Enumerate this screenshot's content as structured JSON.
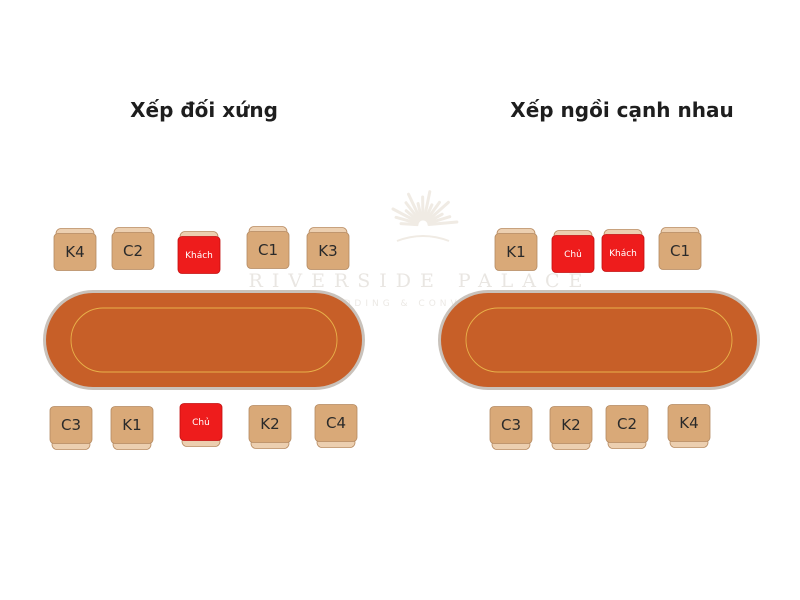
{
  "colors": {
    "table_felt": "#c75f28",
    "table_rim": "#c9c2bb",
    "table_inner_line": "#e8b14a",
    "chair_normal": "#d9a978",
    "chair_highlight": "#ee1c1c",
    "chair_back": "#eccfb0"
  },
  "watermark": {
    "name": "RIVERSIDE PALACE",
    "sub": "WEDDING & CONVENTION",
    "icon": "sunburst-logo-icon"
  },
  "arrangements": [
    {
      "title": "Xếp đối xứng",
      "top_row": [
        {
          "label": "K4",
          "highlight": false
        },
        {
          "label": "C2",
          "highlight": false
        },
        {
          "label": "Khách",
          "highlight": true
        },
        {
          "label": "C1",
          "highlight": false
        },
        {
          "label": "K3",
          "highlight": false
        }
      ],
      "bottom_row": [
        {
          "label": "C3",
          "highlight": false
        },
        {
          "label": "K1",
          "highlight": false
        },
        {
          "label": "Chủ",
          "highlight": true
        },
        {
          "label": "K2",
          "highlight": false
        },
        {
          "label": "C4",
          "highlight": false
        }
      ]
    },
    {
      "title": "Xếp ngồi cạnh nhau",
      "top_row": [
        {
          "label": "K1",
          "highlight": false
        },
        {
          "label": "Chủ",
          "highlight": true
        },
        {
          "label": "Khách",
          "highlight": true
        },
        {
          "label": "C1",
          "highlight": false
        }
      ],
      "bottom_row": [
        {
          "label": "C3",
          "highlight": false
        },
        {
          "label": "K2",
          "highlight": false
        },
        {
          "label": "C2",
          "highlight": false
        },
        {
          "label": "K4",
          "highlight": false
        }
      ]
    }
  ]
}
